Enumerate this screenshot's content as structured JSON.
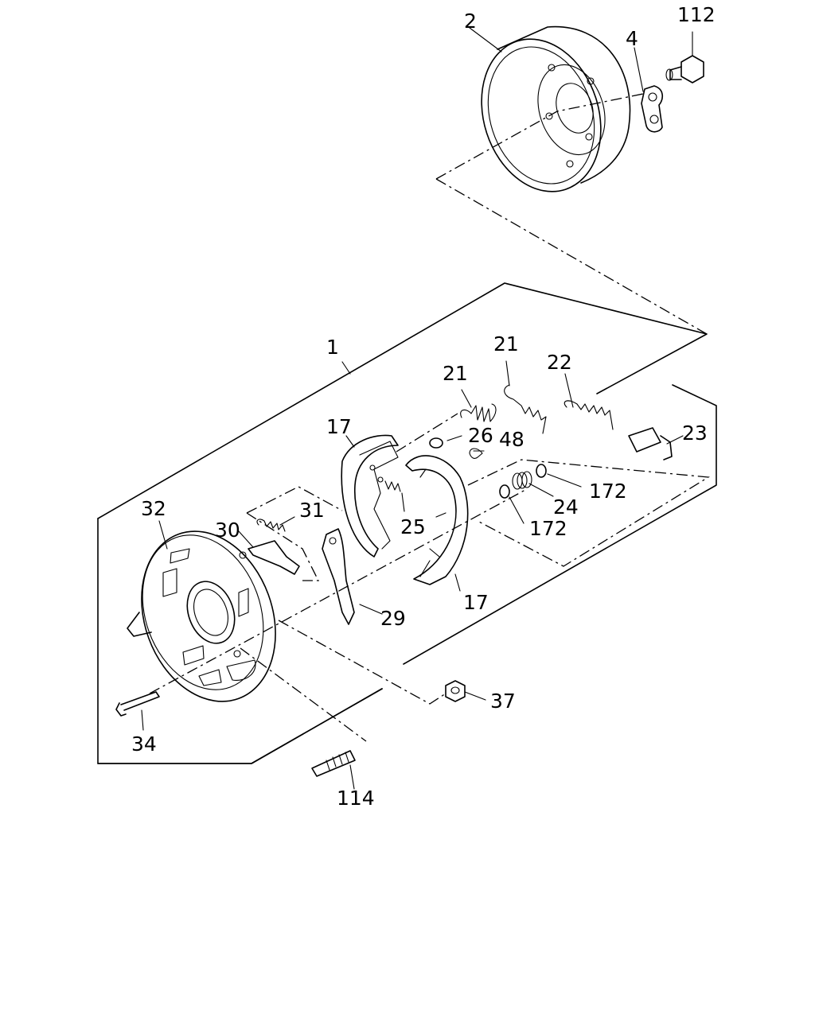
{
  "callouts": {
    "c1": "1",
    "c2": "2",
    "c4": "4",
    "c17a": "17",
    "c17b": "17",
    "c21a": "21",
    "c21b": "21",
    "c22": "22",
    "c23": "23",
    "c24": "24",
    "c25": "25",
    "c26": "26",
    "c29": "29",
    "c30": "30",
    "c31": "31",
    "c32": "32",
    "c34": "34",
    "c37": "37",
    "c48": "48",
    "c112": "112",
    "c114": "114",
    "c172a": "172",
    "c172b": "172"
  }
}
